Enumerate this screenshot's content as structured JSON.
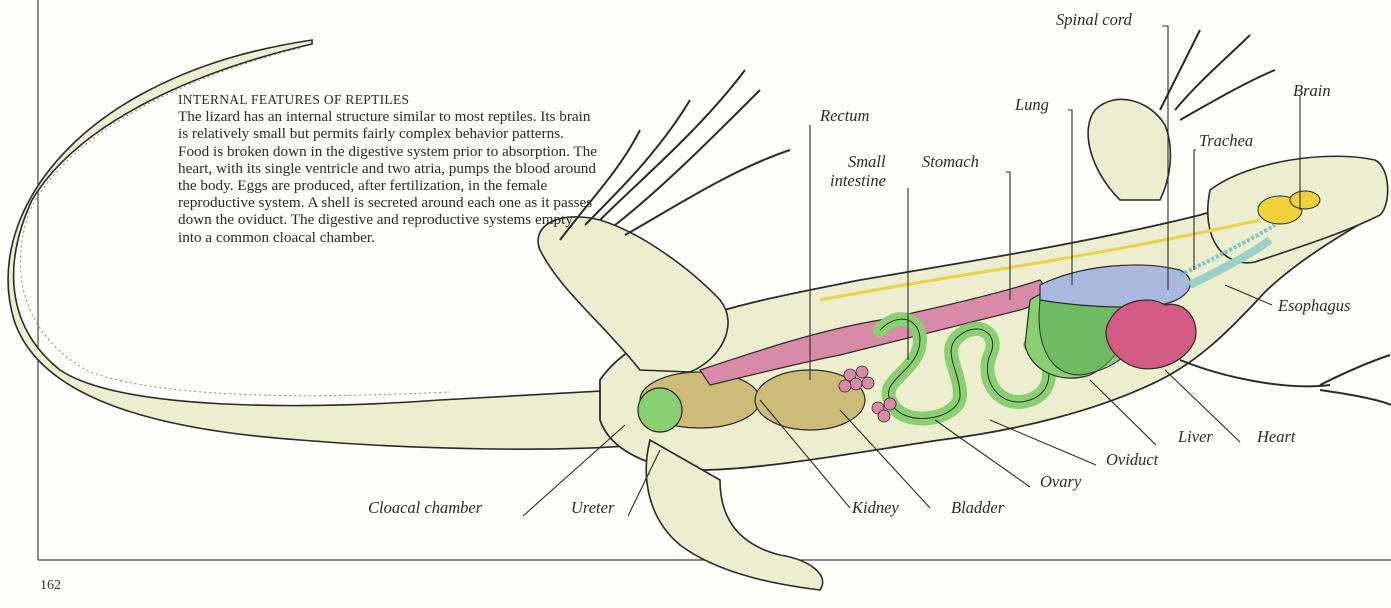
{
  "caption": {
    "title": "INTERNAL FEATURES OF REPTILES",
    "body": "The lizard has an internal structure similar to most reptiles. Its brain is relatively small but permits fairly complex behavior patterns. Food is broken down in the digestive system prior to absorption. The heart, with its single ventricle and two atria, pumps the blood around the body. Eggs are produced, after fertilization, in the female reproductive system. A shell is secreted around each one as it passes down the oviduct. The digestive and reproductive systems empty into a common cloacal chamber."
  },
  "labels": {
    "spinal_cord": "Spinal cord",
    "brain": "Brain",
    "lung": "Lung",
    "trachea": "Trachea",
    "rectum": "Rectum",
    "small": "Small",
    "intestine": "intestine",
    "stomach": "Stomach",
    "esophagus": "Esophagus",
    "liver": "Liver",
    "heart": "Heart",
    "oviduct": "Oviduct",
    "ovary": "Ovary",
    "cloacal_chamber": "Cloacal chamber",
    "ureter": "Ureter",
    "kidney": "Kidney",
    "bladder": "Bladder"
  },
  "page_number": "162",
  "colors": {
    "body": "#eceecf",
    "organ_green": "#8bcf73",
    "organ_pink": "#d98aa8",
    "organ_tan": "#cdbb78",
    "organ_blue": "#aab8e0",
    "heart": "#d45a86",
    "brain": "#f0d23a",
    "outline": "#2b2b2b"
  }
}
